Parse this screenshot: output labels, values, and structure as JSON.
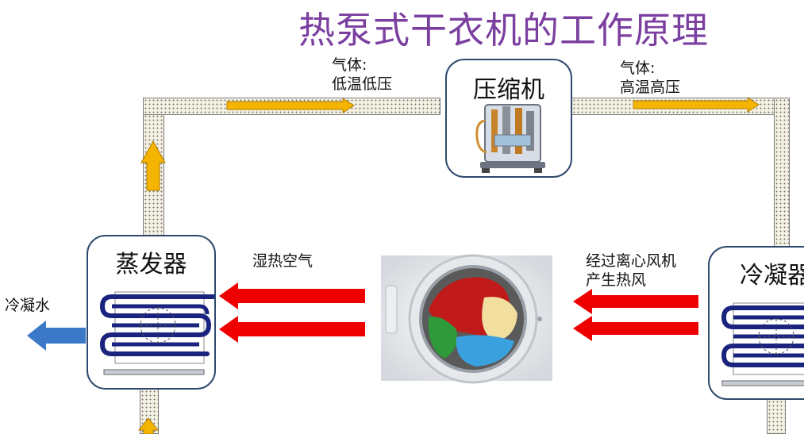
{
  "title": "热泵式干衣机的工作原理",
  "compressor": {
    "label": "压缩机"
  },
  "evaporator": {
    "label": "蒸发器"
  },
  "condenser": {
    "label": "冷凝器"
  },
  "labels": {
    "low_gas_line1": "气体:",
    "low_gas_line2": "低温低压",
    "high_gas_line1": "气体:",
    "high_gas_line2": "高温高压",
    "humid_air": "湿热空气",
    "hot_air_line1": "经过离心风机",
    "hot_air_line2": "产生热风",
    "condensate": "冷凝水"
  },
  "colors": {
    "title": "#7b3fa0",
    "box_border": "#2f4a6e",
    "refrigerant_arrow": "#f5b400",
    "air_arrow": "#ee0000",
    "water_arrow": "#3c78c8",
    "coil": "#1a237e"
  }
}
